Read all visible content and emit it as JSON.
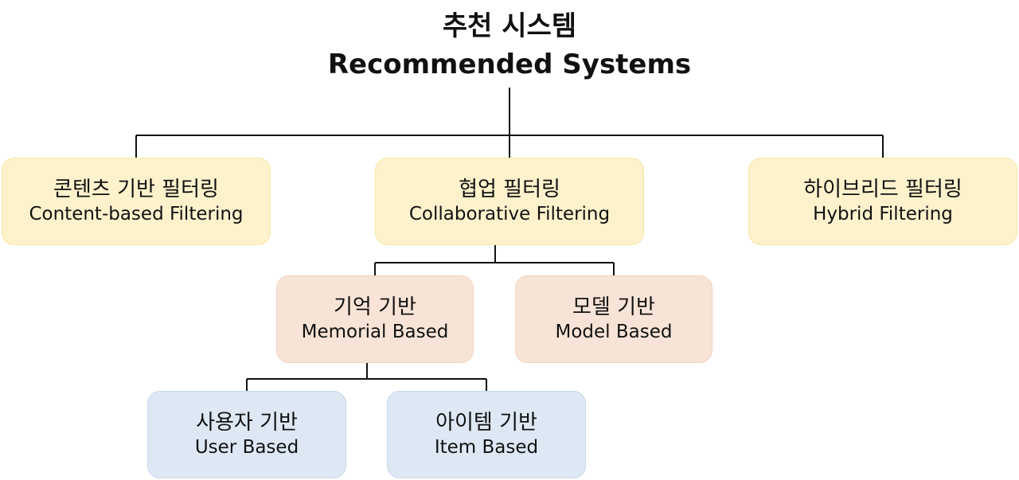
{
  "root": {
    "title_ko": "추천 시스템",
    "title_en": "Recommended Systems"
  },
  "nodes": {
    "content_based": {
      "ko": "콘텐츠 기반 필터링",
      "en": "Content-based Filtering"
    },
    "collaborative": {
      "ko": "협업 필터링",
      "en": "Collaborative Filtering"
    },
    "hybrid": {
      "ko": "하이브리드 필터링",
      "en": "Hybrid Filtering"
    },
    "memorial": {
      "ko": "기억 기반",
      "en": "Memorial Based"
    },
    "model": {
      "ko": "모델 기반",
      "en": "Model Based"
    },
    "user": {
      "ko": "사용자 기반",
      "en": "User Based"
    },
    "item": {
      "ko": "아이템 기반",
      "en": "Item Based"
    }
  },
  "colors": {
    "level1_fill": "#fdf2cc",
    "level2_fill": "#f8e4d6",
    "level3_fill": "#dde8f4",
    "connector": "#111111"
  }
}
